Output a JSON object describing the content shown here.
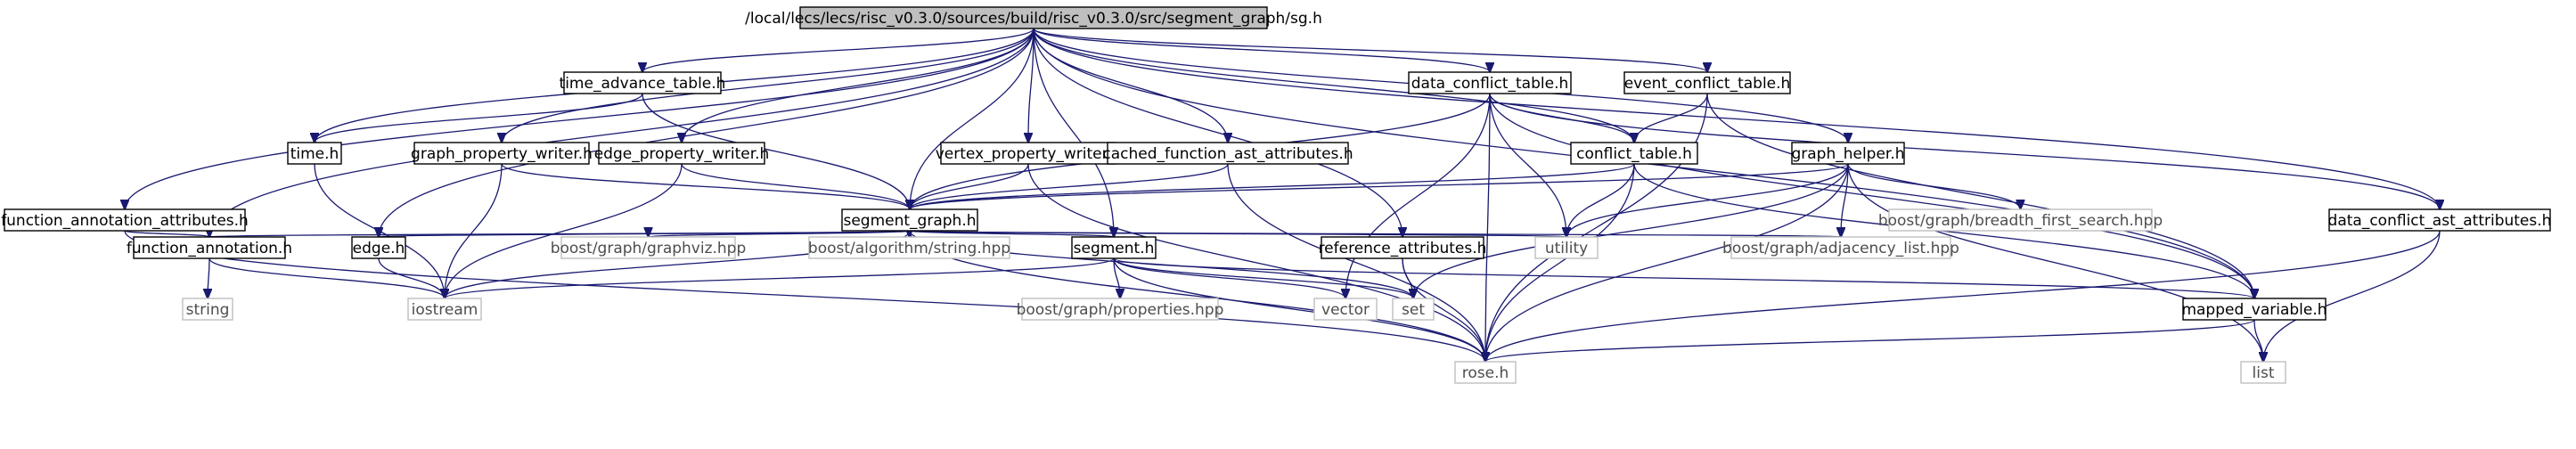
{
  "graph": {
    "nodes": [
      {
        "id": "sg",
        "label": "/local/lecs/lecs/risc_v0.3.0/sources/build/risc_v0.3.0/src/segment_graph/sg.h",
        "kind": "root"
      },
      {
        "id": "time_advance_table",
        "label": "time_advance_table.h",
        "kind": "doc"
      },
      {
        "id": "data_conflict_table",
        "label": "data_conflict_table.h",
        "kind": "doc"
      },
      {
        "id": "event_conflict_table",
        "label": "event_conflict_table.h",
        "kind": "doc"
      },
      {
        "id": "time",
        "label": "time.h",
        "kind": "doc"
      },
      {
        "id": "graph_property_writer",
        "label": "graph_property_writer.h",
        "kind": "doc"
      },
      {
        "id": "edge_property_writer",
        "label": "edge_property_writer.h",
        "kind": "doc"
      },
      {
        "id": "vertex_property_writer",
        "label": "vertex_property_writer.h",
        "kind": "doc"
      },
      {
        "id": "cached_function_ast_attributes",
        "label": "cached_function_ast_attributes.h",
        "kind": "doc"
      },
      {
        "id": "conflict_table",
        "label": "conflict_table.h",
        "kind": "doc"
      },
      {
        "id": "graph_helper",
        "label": "graph_helper.h",
        "kind": "doc"
      },
      {
        "id": "function_annotation_attributes",
        "label": "function_annotation_attributes.h",
        "kind": "doc"
      },
      {
        "id": "segment_graph",
        "label": "segment_graph.h",
        "kind": "doc"
      },
      {
        "id": "boost_bfs",
        "label": "boost/graph/breadth_first_search.hpp",
        "kind": "ext"
      },
      {
        "id": "data_conflict_ast_attributes",
        "label": "data_conflict_ast_attributes.h",
        "kind": "doc"
      },
      {
        "id": "function_annotation",
        "label": "function_annotation.h",
        "kind": "doc"
      },
      {
        "id": "edge",
        "label": "edge.h",
        "kind": "doc"
      },
      {
        "id": "boost_graphviz",
        "label": "boost/graph/graphviz.hpp",
        "kind": "ext"
      },
      {
        "id": "boost_string",
        "label": "boost/algorithm/string.hpp",
        "kind": "ext"
      },
      {
        "id": "segment",
        "label": "segment.h",
        "kind": "doc"
      },
      {
        "id": "reference_attributes",
        "label": "reference_attributes.h",
        "kind": "doc"
      },
      {
        "id": "utility",
        "label": "utility",
        "kind": "ext"
      },
      {
        "id": "boost_adjacency_list",
        "label": "boost/graph/adjacency_list.hpp",
        "kind": "ext"
      },
      {
        "id": "string",
        "label": "string",
        "kind": "ext"
      },
      {
        "id": "iostream",
        "label": "iostream",
        "kind": "ext"
      },
      {
        "id": "boost_properties",
        "label": "boost/graph/properties.hpp",
        "kind": "ext"
      },
      {
        "id": "vector",
        "label": "vector",
        "kind": "ext"
      },
      {
        "id": "set",
        "label": "set",
        "kind": "ext"
      },
      {
        "id": "mapped_variable",
        "label": "mapped_variable.h",
        "kind": "doc"
      },
      {
        "id": "rose",
        "label": "rose.h",
        "kind": "ext"
      },
      {
        "id": "list",
        "label": "list",
        "kind": "ext"
      }
    ],
    "edges": [
      [
        "sg",
        "time_advance_table"
      ],
      [
        "sg",
        "data_conflict_table"
      ],
      [
        "sg",
        "event_conflict_table"
      ],
      [
        "sg",
        "time"
      ],
      [
        "sg",
        "graph_property_writer"
      ],
      [
        "sg",
        "edge_property_writer"
      ],
      [
        "sg",
        "vertex_property_writer"
      ],
      [
        "sg",
        "cached_function_ast_attributes"
      ],
      [
        "sg",
        "conflict_table"
      ],
      [
        "sg",
        "graph_helper"
      ],
      [
        "sg",
        "function_annotation_attributes"
      ],
      [
        "sg",
        "segment_graph"
      ],
      [
        "sg",
        "data_conflict_ast_attributes"
      ],
      [
        "sg",
        "function_annotation"
      ],
      [
        "sg",
        "edge"
      ],
      [
        "sg",
        "segment"
      ],
      [
        "sg",
        "reference_attributes"
      ],
      [
        "sg",
        "mapped_variable"
      ],
      [
        "time_advance_table",
        "time"
      ],
      [
        "time_advance_table",
        "segment_graph"
      ],
      [
        "time",
        "iostream"
      ],
      [
        "graph_property_writer",
        "segment_graph"
      ],
      [
        "graph_property_writer",
        "iostream"
      ],
      [
        "edge_property_writer",
        "segment_graph"
      ],
      [
        "edge_property_writer",
        "iostream"
      ],
      [
        "vertex_property_writer",
        "segment_graph"
      ],
      [
        "vertex_property_writer",
        "rose"
      ],
      [
        "cached_function_ast_attributes",
        "segment_graph"
      ],
      [
        "cached_function_ast_attributes",
        "rose"
      ],
      [
        "data_conflict_table",
        "conflict_table"
      ],
      [
        "data_conflict_table",
        "segment_graph"
      ],
      [
        "data_conflict_table",
        "utility"
      ],
      [
        "data_conflict_table",
        "vector"
      ],
      [
        "data_conflict_table",
        "rose"
      ],
      [
        "data_conflict_table",
        "mapped_variable"
      ],
      [
        "data_conflict_table",
        "data_conflict_ast_attributes"
      ],
      [
        "event_conflict_table",
        "conflict_table"
      ],
      [
        "event_conflict_table",
        "rose"
      ],
      [
        "event_conflict_table",
        "mapped_variable"
      ],
      [
        "conflict_table",
        "segment_graph"
      ],
      [
        "conflict_table",
        "utility"
      ],
      [
        "conflict_table",
        "rose"
      ],
      [
        "conflict_table",
        "mapped_variable"
      ],
      [
        "graph_helper",
        "segment_graph"
      ],
      [
        "graph_helper",
        "boost_bfs"
      ],
      [
        "graph_helper",
        "utility"
      ],
      [
        "graph_helper",
        "boost_adjacency_list"
      ],
      [
        "graph_helper",
        "set"
      ],
      [
        "graph_helper",
        "rose"
      ],
      [
        "graph_helper",
        "list"
      ],
      [
        "function_annotation_attributes",
        "function_annotation"
      ],
      [
        "function_annotation_attributes",
        "rose"
      ],
      [
        "segment_graph",
        "function_annotation"
      ],
      [
        "segment_graph",
        "edge"
      ],
      [
        "segment_graph",
        "iostream"
      ],
      [
        "segment_graph",
        "boost_graphviz"
      ],
      [
        "segment_graph",
        "boost_string"
      ],
      [
        "segment_graph",
        "segment"
      ],
      [
        "segment_graph",
        "set"
      ],
      [
        "segment_graph",
        "utility"
      ],
      [
        "segment_graph",
        "boost_adjacency_list"
      ],
      [
        "segment_graph",
        "rose"
      ],
      [
        "data_conflict_ast_attributes",
        "rose"
      ],
      [
        "data_conflict_ast_attributes",
        "list"
      ],
      [
        "function_annotation",
        "string"
      ],
      [
        "function_annotation",
        "iostream"
      ],
      [
        "edge",
        "iostream"
      ],
      [
        "segment",
        "iostream"
      ],
      [
        "segment",
        "boost_properties"
      ],
      [
        "segment",
        "vector"
      ],
      [
        "segment",
        "set"
      ],
      [
        "segment",
        "rose"
      ],
      [
        "segment",
        "mapped_variable"
      ],
      [
        "reference_attributes",
        "set"
      ],
      [
        "reference_attributes",
        "rose"
      ],
      [
        "mapped_variable",
        "rose"
      ],
      [
        "mapped_variable",
        "list"
      ]
    ]
  }
}
